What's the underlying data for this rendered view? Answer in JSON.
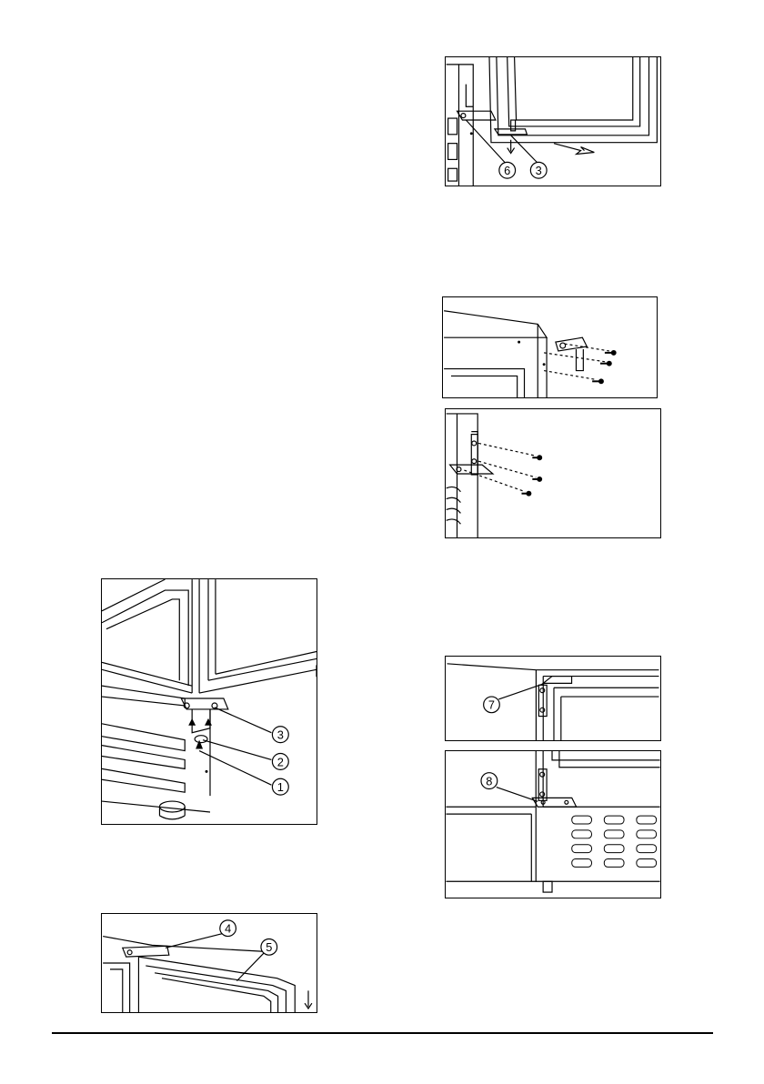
{
  "figures": {
    "fig1": {
      "callouts": [
        "6",
        "3"
      ]
    },
    "fig4": {
      "callouts": [
        "3",
        "2",
        "1"
      ]
    },
    "fig5": {
      "callouts": [
        "4",
        "5"
      ]
    },
    "fig6": {
      "callouts": [
        "7"
      ]
    },
    "fig7": {
      "callouts": [
        "8"
      ]
    }
  }
}
